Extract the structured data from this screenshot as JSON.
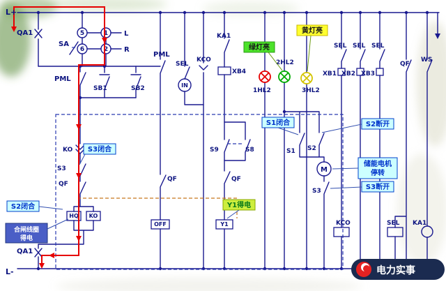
{
  "bus": {
    "top": "L+",
    "bottom": "L-"
  },
  "labels": {
    "qa1_top": "QA1",
    "qa1_bottom": "QA1",
    "sa": "SA",
    "num5": "5",
    "num1": "1",
    "num6": "6",
    "num2": "2",
    "dir_l": "L",
    "dir_r": "R",
    "pml_left": "PML",
    "pml_mid": "PML",
    "sb1": "SB1",
    "sb2": "SB2",
    "sel_top": "SEL",
    "kco_top": "KCO",
    "in": "IN",
    "xb4": "XB4",
    "ka1_top": "KA1",
    "lamp1": "1HL2",
    "lamp2": "2HL2",
    "lamp3": "3HL2",
    "sel_a": "SEL",
    "sel_b": "SEL",
    "sel_c": "SEL",
    "xb1": "XB1",
    "xb2": "XB2",
    "xb3": "XB3",
    "qf_top_right": "QF",
    "ws": "WS",
    "ko": "KO",
    "s3_left": "S3",
    "qf_left": "QF",
    "qf_mid1": "QF",
    "qf_mid2": "QF",
    "s9": "S9",
    "s8": "S8",
    "s1": "S1",
    "s2": "S2",
    "s3_right": "S3",
    "motor": "M",
    "hq": "HQ",
    "ko_coil": "KO",
    "off": "OFF",
    "y1": "Y1",
    "kco_coil": "KCO",
    "sel_coil": "SEL",
    "ka1_coil": "KA1"
  },
  "callouts": {
    "green_lamp": "绿灯亮",
    "yellow_lamp": "黄灯亮",
    "s1_closed": "S1闭合",
    "s2_open": "S2断开",
    "s3_closed": "S3闭合",
    "s3_open": "S3断开",
    "s2_closed": "S2闭合",
    "y1_energized": "Y1得电",
    "motor_stop_1": "储能电机",
    "motor_stop_2": "停转",
    "closing_coil_1": "合闸线圈",
    "closing_coil_2": "得电"
  },
  "watermark": {
    "text": "电力实事"
  },
  "colors": {
    "wire": "#19198f",
    "trace_red": "#e60000",
    "lamp_red": "#e60000",
    "lamp_green": "#00ab00",
    "lamp_yellow": "#d4c400",
    "callout_bg": "#ccffff",
    "callout_border": "#0040cc",
    "green_bg": "#4ce22a",
    "yellow_bg": "#ffff30",
    "yellow_green_bg": "#cdee3e",
    "blue_label_bg": "#4a5ec6",
    "watermark_bg": "#1b2b50"
  }
}
